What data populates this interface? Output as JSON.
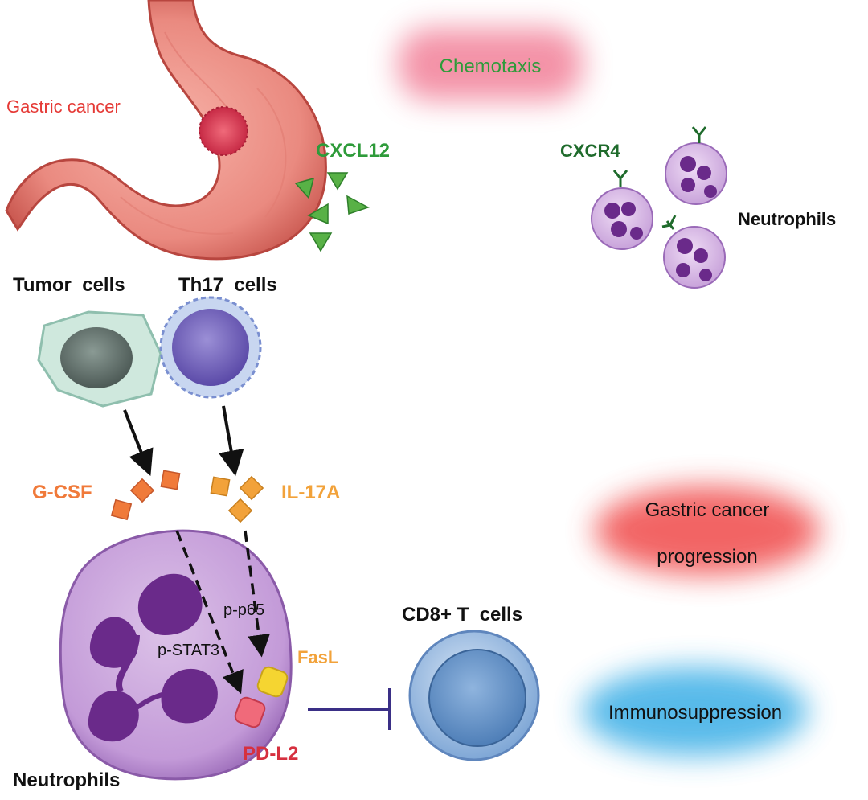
{
  "labels": {
    "gastric_cancer": "Gastric cancer",
    "chemotaxis": "Chemotaxis",
    "cxcl12": "CXCL12",
    "cxcr4": "CXCR4",
    "neutrophils_top": "Neutrophils",
    "tumor_cells": "Tumor  cells",
    "th17_cells": "Th17  cells",
    "gcsf": "G-CSF",
    "il17a": "IL-17A",
    "pp65": "p-p65",
    "pstat3": "p-STAT3",
    "fasl": "FasL",
    "pdl2": "PD-L2",
    "neutrophils_bottom": "Neutrophils",
    "cd8_cells": "CD8+ T  cells",
    "progression_line1": "Gastric cancer",
    "progression_line2": "progression",
    "immunosuppression": "Immunosuppression"
  },
  "colors": {
    "red_label": "#e53935",
    "green_label": "#2e9b3a",
    "dark_green_label": "#1f6b2c",
    "orange_label": "#f07a3a",
    "amber_label": "#f2a23a",
    "pdl2_label": "#d6303f",
    "fasl_label": "#f2a23a",
    "inhibit_line": "#3a2f86",
    "chemotaxis_glow": "#f06e8a",
    "progression_glow": "#f04848",
    "immuno_glow": "#3aaee6"
  }
}
